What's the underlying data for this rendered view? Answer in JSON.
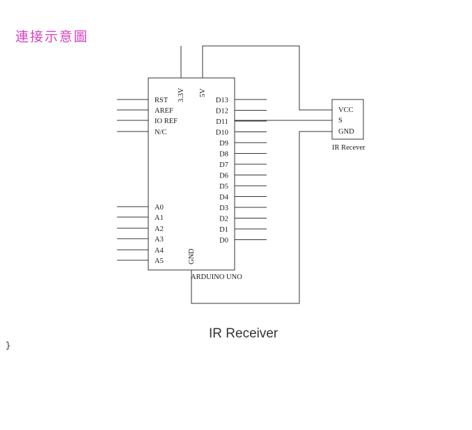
{
  "heading": "連接示意圖",
  "arduino": {
    "label": "ARDUINO UNO",
    "left_pins": [
      "RST",
      "AREF",
      "IO REF",
      "N/C",
      "A0",
      "A1",
      "A2",
      "A3",
      "A4",
      "A5"
    ],
    "right_pins": [
      "D13",
      "D12",
      "D11",
      "D10",
      "D9",
      "D8",
      "D7",
      "D6",
      "D5",
      "D4",
      "D3",
      "D2",
      "D1",
      "D0"
    ],
    "top_pins": [
      "3.3V",
      "5V"
    ],
    "bottom_pin": "GND"
  },
  "sensor": {
    "pins": [
      "VCC",
      "S",
      "GND"
    ],
    "label": "IR Recever"
  },
  "caption": "IR Receiver",
  "trailing_text": "}"
}
